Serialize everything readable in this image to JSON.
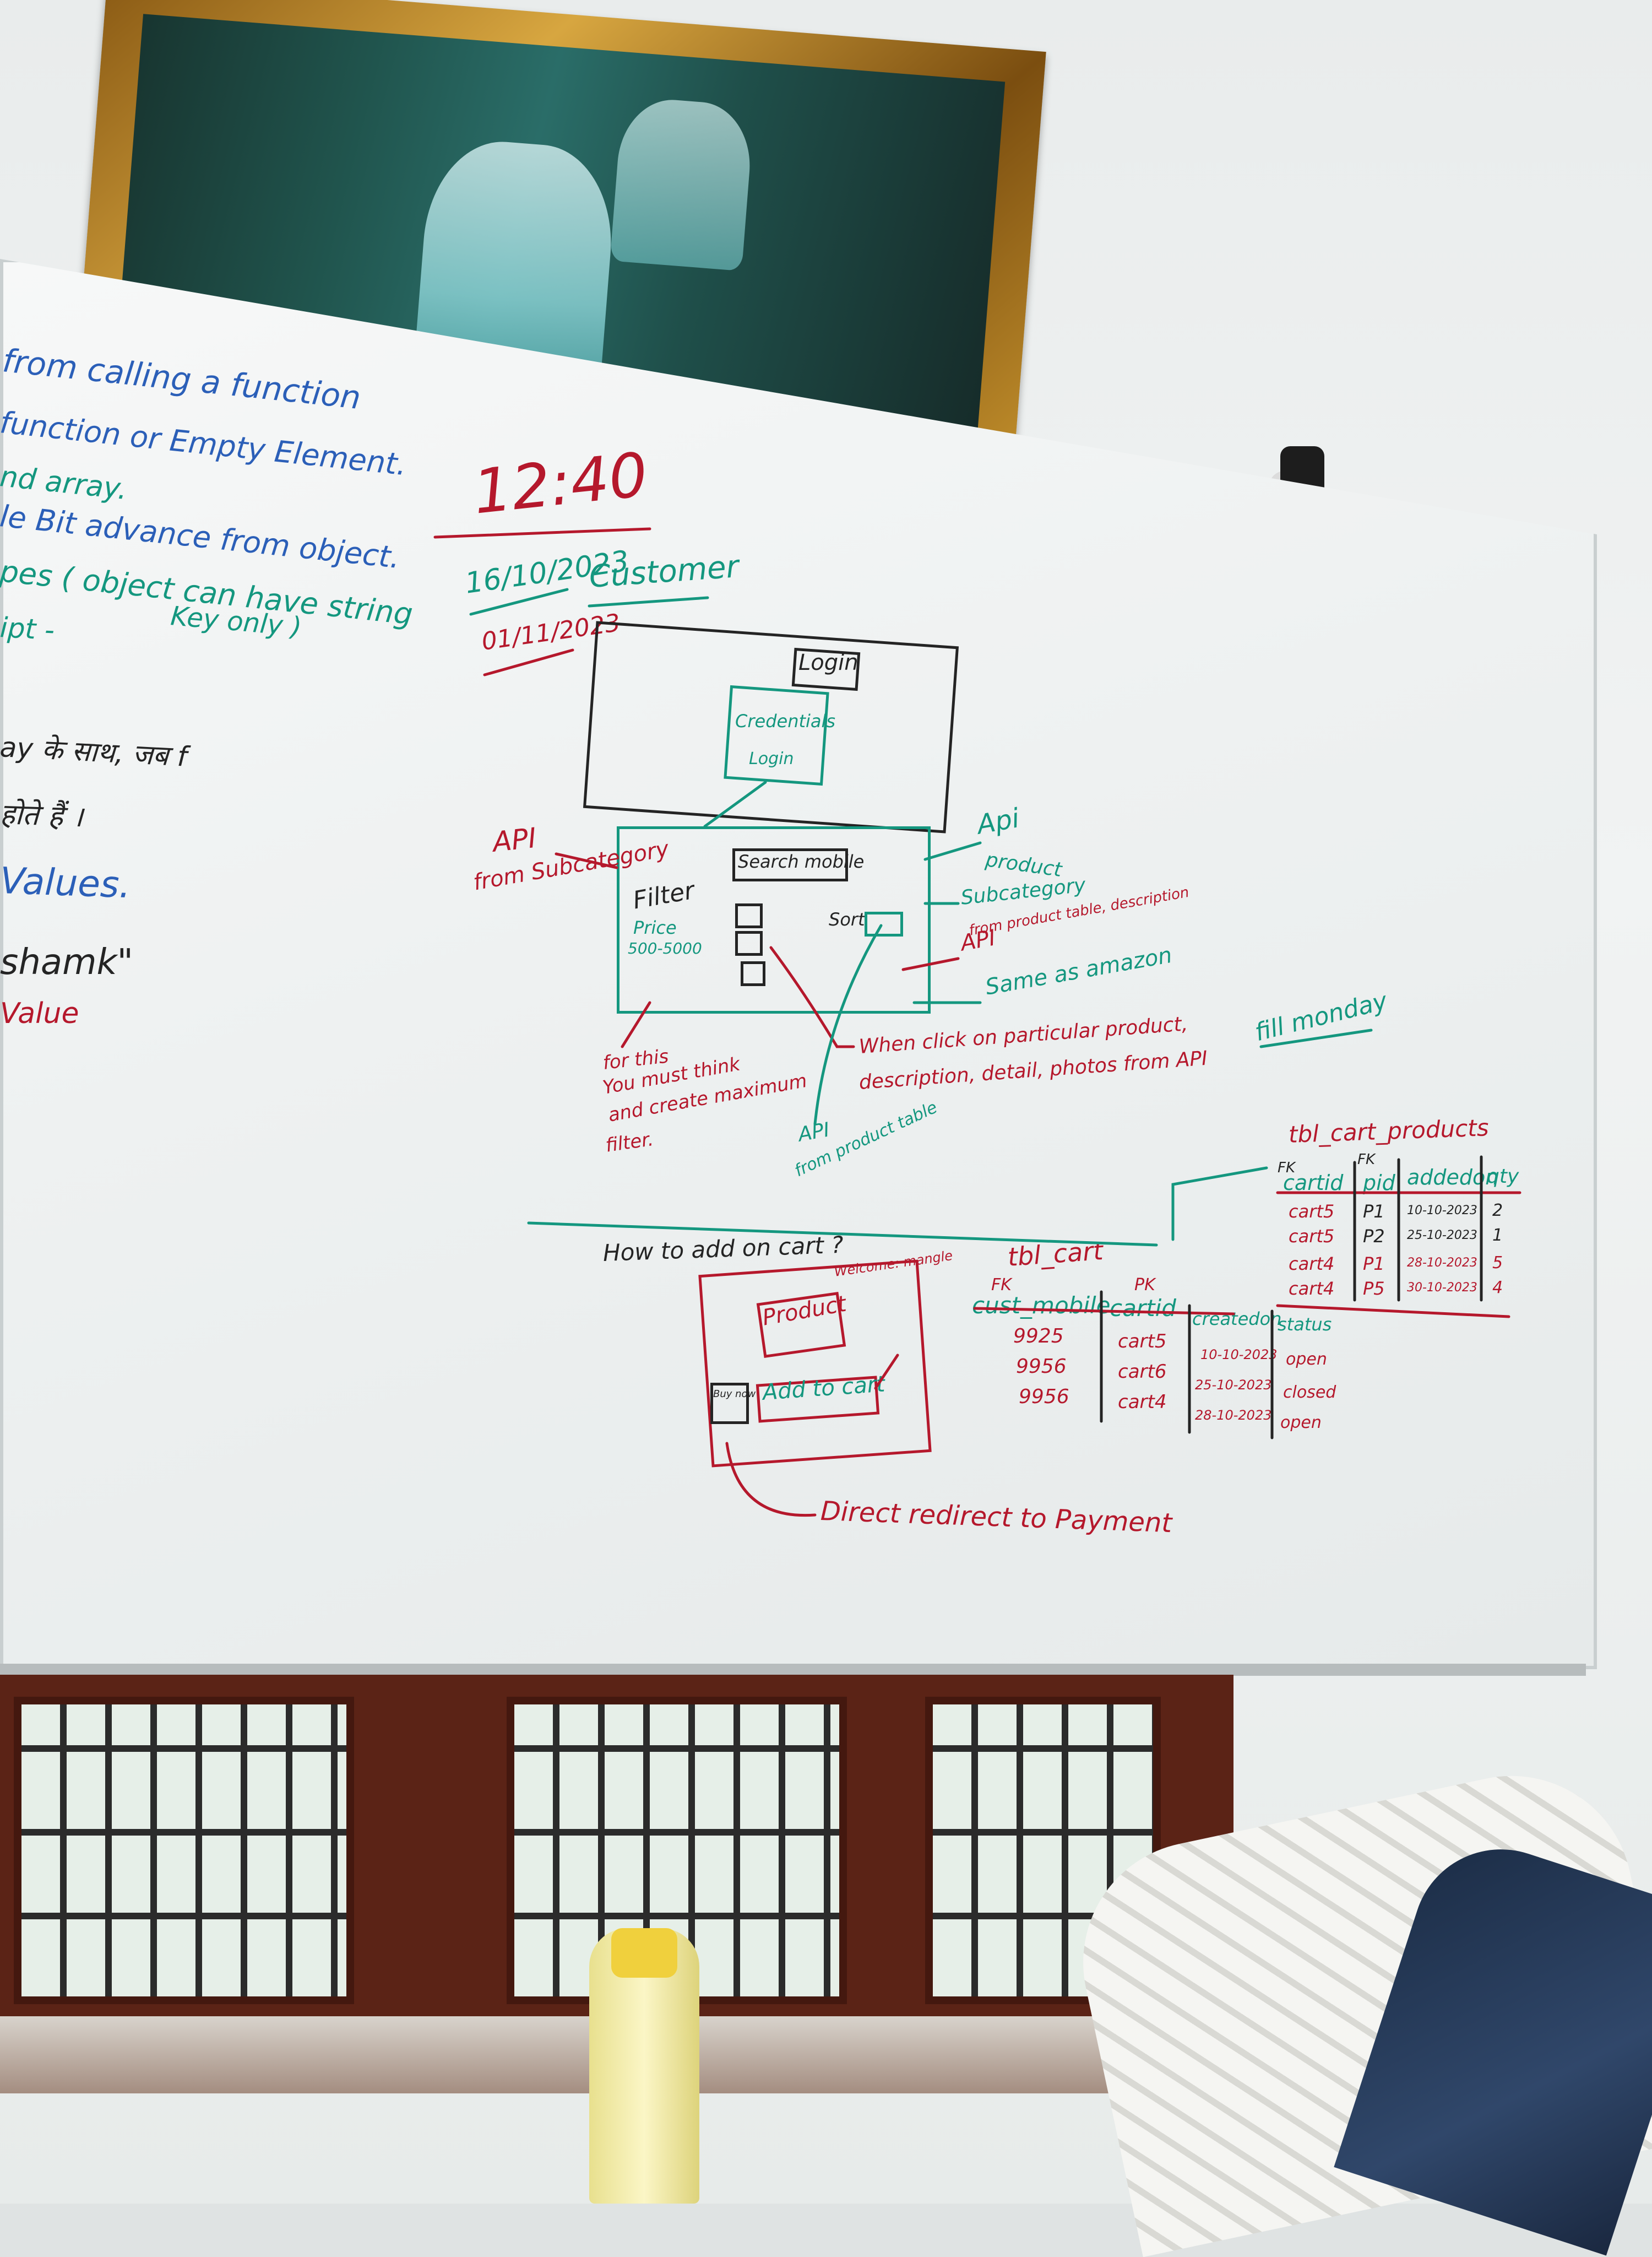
{
  "left_notes": [
    "from calling a function",
    "function or Empty Element.",
    "nd array.",
    "le Bit advance from object.",
    "pes ( object can have string",
    "Key only )",
    "ipt -",
    "ay के साथ, जब f",
    "होते हैं ।",
    "Values.",
    "shamk\"",
    "Value"
  ],
  "time_note": "12:40",
  "dates": [
    "16/10/2023",
    "01/11/2023"
  ],
  "section_title": "Customer",
  "login_sketch": {
    "login_label": "Login",
    "credentials_label": "Credentials",
    "login_button": "Login"
  },
  "search_sketch": {
    "search_label": "Search mobile",
    "filter_label": "Filter",
    "price_label": "Price",
    "price_range": "500-5000",
    "sort_label": "Sort"
  },
  "annotations": {
    "api_left": "API",
    "api_left_sub": "from Subcategory",
    "api_right": "Api",
    "api_right_sub1": "product",
    "api_right_sub2": "Subcategory",
    "api_product_table": "API",
    "api_product_table_sub": "from product table, description",
    "same_as_amazon": "Same as amazon",
    "filter_note": [
      "for this",
      "You must think",
      "and create maximum",
      "filter."
    ],
    "click_note": [
      "When click on particular product,",
      "description, detail, photos from API"
    ],
    "api_bottom": "API",
    "api_bottom_sub": "from product table",
    "fill_monday": "fill monday"
  },
  "cart_section": {
    "question": "How to add on cart ?",
    "welcome": "Welcome: mangle",
    "product": "Product",
    "add_to_cart": "Add to cart",
    "buy_now": "Buy now",
    "direct": "Direct redirect to Payment"
  },
  "tbl_cart": {
    "name": "tbl_cart",
    "keys": [
      "FK",
      "PK"
    ],
    "headers": [
      "cust_mobile",
      "cartid",
      "createdon",
      "status"
    ],
    "rows": [
      [
        "9925",
        "cart5",
        "10-10-2023",
        "open"
      ],
      [
        "9956",
        "cart6",
        "25-10-2023",
        "closed"
      ],
      [
        "9956",
        "cart4",
        "28-10-2023",
        "open"
      ]
    ]
  },
  "tbl_cart_products": {
    "name": "tbl_cart_products",
    "keys": [
      "FK",
      "FK"
    ],
    "headers": [
      "cartid",
      "pid",
      "addedon",
      "qty"
    ],
    "rows": [
      [
        "cart5",
        "P1",
        "10-10-2023",
        "2"
      ],
      [
        "cart5",
        "P2",
        "25-10-2023",
        "1"
      ],
      [
        "cart4",
        "P1",
        "28-10-2023",
        "5"
      ],
      [
        "cart4",
        "P5",
        "30-10-2023",
        "4"
      ]
    ]
  }
}
